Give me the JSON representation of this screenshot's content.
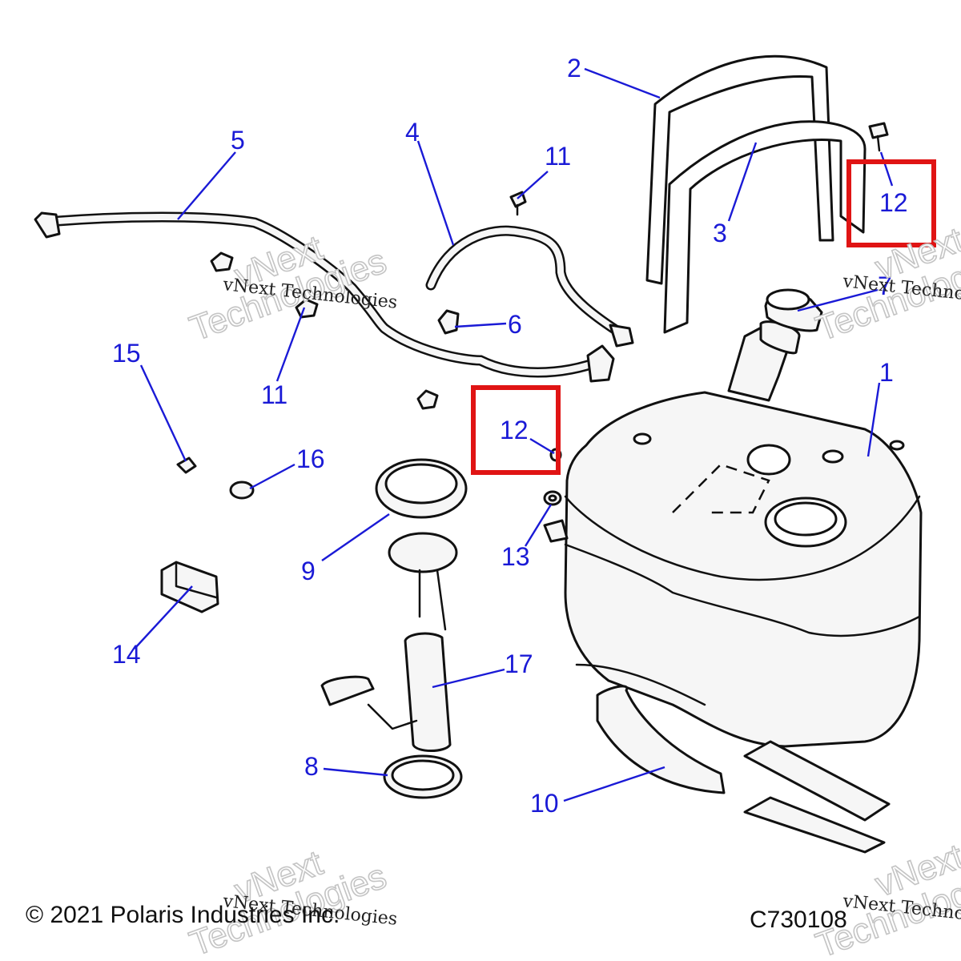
{
  "callouts": {
    "c1": "1",
    "c2": "2",
    "c3": "3",
    "c4": "4",
    "c5": "5",
    "c6": "6",
    "c7": "7",
    "c8": "8",
    "c9": "9",
    "c10": "10",
    "c11a": "11",
    "c11b": "11",
    "c12a": "12",
    "c12b": "12",
    "c13": "13",
    "c14": "14",
    "c15": "15",
    "c16": "16",
    "c17": "17"
  },
  "watermark": {
    "brand_top": "vNext",
    "brand_bottom": "Technologies",
    "caption": "vNext Technologies",
    "caption_cut": "vNext Techno"
  },
  "footer": {
    "copyright": "© 2021 Polaris Industries Inc.",
    "diagram_code": "C730108"
  },
  "colors": {
    "callout": "#1a1ad6",
    "highlight": "#e01414",
    "line_art": "#111111"
  }
}
